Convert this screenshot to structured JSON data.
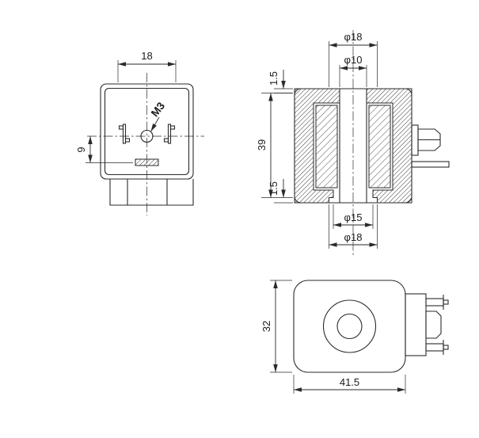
{
  "front_view": {
    "dim_width": "18",
    "dim_offset": "9",
    "thread_label": "M3"
  },
  "section_view": {
    "dim_outer_top": "φ18",
    "dim_bore": "φ10",
    "dim_top_wall": "1.5",
    "dim_height": "39",
    "dim_bottom_wall": "1.5",
    "dim_inner_bottom": "φ15",
    "dim_outer_bottom": "φ18"
  },
  "side_view": {
    "dim_height": "32",
    "dim_width": "41.5"
  }
}
